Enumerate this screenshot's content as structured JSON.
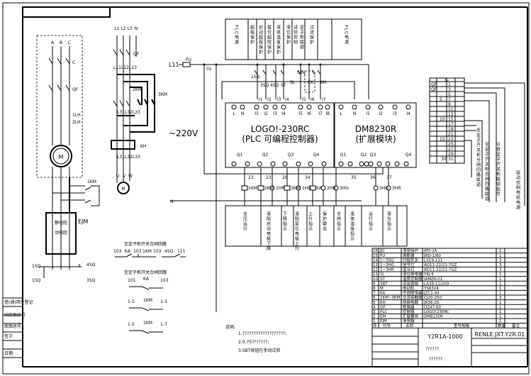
{
  "left_motor": {
    "phases": [
      "A",
      "B",
      "C"
    ],
    "switch_label": "C",
    "breaker_label": "QF",
    "ct_labels": [
      "1LH",
      "2LH"
    ],
    "motor_label": "M",
    "contactor_label": "1KM",
    "starter_label": "EJM",
    "starter_lines": [
      "静电阻",
      "动电阻"
    ],
    "limit_labels": [
      "1SQ",
      "1SQ",
      "4SQ",
      "3SQ"
    ]
  },
  "mid_motor": {
    "supply": [
      "L1",
      "L2",
      "L3",
      "N"
    ],
    "breaker_label": "QF",
    "bus_label": "L11L12L13",
    "km2_label": "2KM",
    "km3_label": "3KM",
    "bus2_label": "L31L32L33",
    "relay_label": "KH",
    "out_label": "L31L32L33",
    "phases": [
      "U",
      "V",
      "W"
    ],
    "motor_label": "M"
  },
  "supply": {
    "line_label": "L11",
    "fuse_label": "FU",
    "node_label": "01",
    "voltage_label": "~220V",
    "neutral_label": "N"
  },
  "top_functions": [
    "PLC电源",
    "超程保护",
    "启动超程保护",
    "复位超限保护",
    "液体温度保护",
    "液位保护",
    "试验控制",
    "定子柜联锁",
    "过流保护",
    "PLC电源"
  ],
  "inputs": {
    "contacts": [
      "1SQ",
      "3SQ",
      "4SQ",
      "ST",
      "SL",
      "SB",
      "CK",
      "KH"
    ],
    "wire_labels": [
      "I1",
      "I2",
      "I3",
      "I4",
      "I5",
      "I6",
      "I7"
    ]
  },
  "plc": {
    "title": "LOGO!-230RC",
    "subtitle": "(PLC  可编程控制器)",
    "in_terminals": [
      "L",
      "N",
      "I1",
      "I2",
      "I3",
      "I4",
      "I5",
      "I6",
      "I7",
      "I8"
    ],
    "outputs": [
      "Q1",
      "Q2",
      "Q3",
      "Q4"
    ]
  },
  "ext": {
    "title": "DM8230R",
    "subtitle": "(扩展模块)",
    "in_terminals": [
      "L",
      "N",
      "I1",
      "I2",
      "I3",
      "I4"
    ],
    "outputs": [
      "Q1",
      "Q2",
      "Q3",
      "Q4"
    ]
  },
  "output_wires": [
    "23",
    "23",
    "28",
    "34",
    "35",
    "36",
    "37"
  ],
  "loads": [
    "1KM",
    "2KM",
    "1HR",
    "3KM",
    "1HG",
    "KA",
    "2HR",
    "3HG",
    "3HG",
    "3HR"
  ],
  "bottom_functions": [
    "全压运行",
    "液阻启动电极下降",
    "下降指示",
    "液阻复位电极上升",
    "上升指示",
    "保护输出",
    "合闸指示",
    "液体温度指示",
    "运行指示",
    "液位指示"
  ],
  "interlock": {
    "title1": "至定子柜开关合闸回路",
    "row1": [
      "103",
      "KA",
      "103",
      "1KM",
      "103",
      "4SQ",
      "111"
    ],
    "title2": "至定子柜开关合闸回路",
    "row2": [
      "101",
      "KA",
      "103"
    ],
    "row3": [
      "1-1",
      "1KM",
      "1-3"
    ],
    "row4": [
      "1-5",
      "1KM",
      "1-7"
    ]
  },
  "notes": {
    "title": "说明:",
    "items": [
      "1.???????????????????;",
      "2.0.75???????;",
      "3.SBT按钮在手动试验"
    ]
  },
  "terminal_table": {
    "header": "JL",
    "rows": [
      "1",
      "3",
      "5",
      "7",
      "9",
      "11",
      "13",
      "15",
      "17",
      "19",
      "21",
      "23",
      "25",
      "27",
      "29",
      "31"
    ],
    "side": [
      "QF",
      "QF",
      "5",
      "10",
      "15",
      "30"
    ]
  },
  "right_notes": [
    "至定子开关柜分闸回路联锁",
    "至定子开关柜合闸回路联锁",
    "引自定子开关柜联锁信号",
    "驱动控制电机电源"
  ],
  "title_block": {
    "drawing_no": "Y2R1A-1000",
    "doc_code": "RENLE.JXT.Y2R.01",
    "name_line": "??????",
    "company": "??????",
    "bom_rows": [
      [
        "16",
        "JJC",
        "液阻保护",
        "JPD-2A",
        "1"
      ],
      [
        "15",
        "FU",
        "熔断器",
        "JRD-1/60",
        "1"
      ],
      [
        "14",
        "1~3SQ",
        "行程开关",
        "LX19-111",
        "3"
      ],
      [
        "13",
        "1~3HG",
        "信号灯",
        "AD11-22/21-7GZ",
        "3"
      ],
      [
        "12",
        "1~3HR",
        "信号灯",
        "AD11-22/21-7GZ",
        "3"
      ],
      [
        "11",
        "YJ",
        "液位继电器",
        "YKJ-II",
        "1"
      ],
      [
        "10",
        "ST",
        "温度控制器",
        "WMZK-01",
        "1"
      ],
      [
        "9",
        "SBT",
        "试验按钮",
        "LA38-11/209",
        "1"
      ],
      [
        "8",
        "M",
        "电动机",
        "YS6324",
        "1"
      ],
      [
        "7",
        "KA",
        "中间继电器",
        "JZC1-44",
        "1"
      ],
      [
        "6",
        "1KM~3KM",
        "交流接触器",
        "CJ20-250",
        "3"
      ],
      [
        "5",
        "KH",
        "热继电器",
        "JR36-20",
        "1"
      ],
      [
        "4",
        "QF",
        "断路器",
        "DZ47-60",
        "1"
      ],
      [
        "3",
        "PLC",
        "控制器",
        "LOGO!230RC",
        "1"
      ],
      [
        "2",
        "EM",
        "扩展模块",
        "DM8230R",
        "1"
      ],
      [
        "1",
        "EJM",
        "液阻箱",
        "",
        "1"
      ]
    ],
    "header": [
      "序",
      "代号",
      "名称",
      "型号规格",
      "数量",
      "备注"
    ]
  },
  "side_block": [
    "借(通)用件登记",
    "旧底图总号",
    "底图总号",
    "签字",
    "日期"
  ]
}
